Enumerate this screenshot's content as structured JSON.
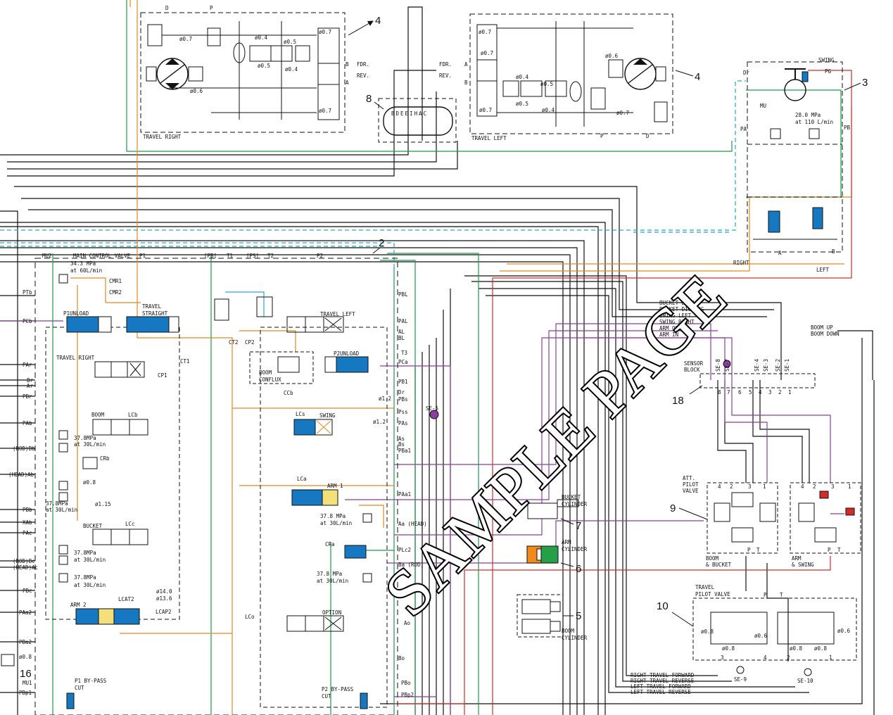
{
  "watermark": "SAMPLE PAGE",
  "callouts": {
    "n2": "2",
    "n3": "3",
    "n4a": "4",
    "n4b": "4",
    "n5": "5",
    "n6": "6",
    "n7": "7",
    "n8": "8",
    "n9": "9",
    "n10": "10",
    "n16": "16",
    "n18": "18"
  },
  "travel_right": {
    "title": "TRAVEL RIGHT",
    "fdr": "FDR.",
    "rev": "REV.",
    "b": "B",
    "a": "A",
    "d": "D",
    "p": "P",
    "orifices": [
      "ø0.7",
      "ø0.4",
      "ø0.5",
      "ø0.5",
      "ø0.4",
      "ø0.7",
      "ø0.7",
      "ø0.6"
    ]
  },
  "travel_left": {
    "title": "TRAVEL LEFT",
    "fdr": "FDR.",
    "rev": "REV.",
    "a": "A",
    "b": "B",
    "p": "P",
    "d": "D",
    "orifices": [
      "ø0.7",
      "ø0.7",
      "ø0.4",
      "ø0.5",
      "ø0.5",
      "ø0.4",
      "ø0.7",
      "ø0.6",
      "ø0.7"
    ]
  },
  "swivel": {
    "letters": "BDEEIHAC"
  },
  "swing_motor": {
    "title": "SWING",
    "pg": "PG",
    "dr": "Dr",
    "mu": "MU",
    "pa": "PA",
    "pb": "PB",
    "relief": "28.0 MPa",
    "relief_flow": "at 110 L/min",
    "right": "RIGHT",
    "left": "LEFT",
    "a": "A",
    "b": "B"
  },
  "mcv": {
    "title": "MAIN CONTROL VALVE",
    "top_ports": [
      "MU2",
      "P1",
      "[PB]",
      "T1",
      "[PS]",
      "T2",
      "P2"
    ],
    "relief_main": "34.3 MPa",
    "relief_main_flow": "at 60L/min",
    "cmr1": "CMR1",
    "cmr2": "CMR2",
    "p1unload": "P1UNLOAD",
    "travel_straight_1": "TRAVEL",
    "travel_straight_2": "STRAIGHT",
    "travel_left": "TRAVEL LEFT",
    "travel_right": "TRAVEL RIGHT",
    "p2unload": "P2UNLOAD",
    "boom_conflux_1": "BOOM",
    "boom_conflux_2": "CONFLUX",
    "ct1": "CT1",
    "ct2": "CT2",
    "cp1": "CP1",
    "cp2": "CP2",
    "ccb": "CCb",
    "swing": "SWING",
    "lcs": "LCs",
    "se5": "SE-5",
    "boom": "BOOM",
    "lcb": "LCb",
    "crb": "CRb",
    "relief_boom": "37.8MPa",
    "relief_boom_flow": "at 30L/min",
    "orifice_08": "ø0.8",
    "orifice_115": "ø1.15",
    "relief_boom2": "37.8MPa",
    "relief_boom2_flow": "at 30L/min",
    "bucket": "BUCKET",
    "lcc": "LCc",
    "relief_bkt1": "37.8MPa",
    "relief_bkt1_flow": "at 30L/min",
    "relief_bkt2": "37.8MPa",
    "relief_bkt2_flow": "at 30L/min",
    "arm1": "ARM 1",
    "lca": "LCa",
    "cra": "CRa",
    "relief_arm": "37.8 MPa",
    "relief_arm_flow": "at 30L/min",
    "relief_arm2": "37.8 MPa",
    "relief_arm2_flow": "at 30L/min",
    "arm2": "ARM 2",
    "lcat2": "LCAT2",
    "lcap2": "LCAP2",
    "orifice_140": "ø14.0",
    "orifice_136": "ø13.6",
    "option": "OPTION",
    "lco": "LCo",
    "orifice_12a": "ø1.2",
    "orifice_12b": "ø1.2",
    "p1bypass_1": "P1 BY-PASS",
    "p1bypass_2": "CUT",
    "p2bypass_1": "P2 BY-PASS",
    "p2bypass_2": "CUT",
    "orifice_16": "ø0.8"
  },
  "left_ports": [
    "PTb",
    "PCb",
    "PAr",
    "Br",
    "Ar",
    "PBr",
    "PAb",
    "(ROD)Bb",
    "(HEAD)Ab",
    "PBb",
    "XAb",
    "PAc",
    "(ROD)Bc",
    "(HEAD)Ac",
    "PBc",
    "PAa2",
    "PBa2",
    "MU1",
    "PBp1"
  ],
  "right_ports": [
    "PBL",
    "PAL",
    "AL",
    "BL",
    "T3",
    "PCa",
    "PB1",
    "Dr",
    "PBs",
    "Pss",
    "PAs",
    "As",
    "Bs",
    "PBa1",
    "PAa1",
    "Aa (HEAD)",
    "PLc2",
    "Ba (ROD)",
    "Ao",
    "Bo",
    "PBo",
    "PBp2"
  ],
  "cylinders": {
    "bucket_1": "BUCKET",
    "bucket_2": "CYLINDER",
    "arm_1": "ARM",
    "arm_2": "CYLINDER",
    "boom_1": "BOOM",
    "boom_2": "CYLINDER"
  },
  "sensor_block": {
    "title_1": "SENSOR",
    "title_2": "BLOCK",
    "sensors": [
      "SE-8",
      "SE-7",
      "SE-4",
      "SE-3",
      "SE-2",
      "SE-1"
    ],
    "numbers": [
      "8",
      "7",
      "6",
      "5",
      "4",
      "3",
      "2",
      "1"
    ],
    "line_labels": [
      "BUCKET DOWN",
      "BUCKET DIGGING",
      "SWING LEFT",
      "SWING RIGHT",
      "ARM OUT",
      "ARM IN",
      "BOOM UP",
      "BOOM DOWN"
    ]
  },
  "att_pilot": {
    "title_1": "ATT.",
    "title_2": "PILOT",
    "title_3": "VALVE",
    "left_label_1": "BOOM",
    "left_label_2": "& BUCKET",
    "right_label_1": "ARM",
    "right_label_2": "& SWING",
    "ports": [
      "4",
      "2",
      "3",
      "1",
      "P",
      "T"
    ]
  },
  "travel_pilot": {
    "title_1": "TRAVEL",
    "title_2": "PILOT VALVE",
    "orifices": [
      "ø0.8",
      "ø0.6",
      "ø0.8",
      "ø0.8",
      "ø0.6",
      "ø0.8"
    ],
    "se9": "SE-9",
    "se10": "SE-10",
    "ports": [
      "1",
      "2",
      "3",
      "4",
      "P",
      "T"
    ],
    "bottom_labels": [
      "RIGHT TRAVEL FORWARD",
      "RIGHT TRAVEL REVERSE",
      "LEFT TRAVEL FORWARD",
      "LEFT TRAVEL REVERSE"
    ]
  },
  "colors": {
    "line": "#111111",
    "green": "#1f9a4a",
    "orange": "#e08a1e",
    "cyan": "#2aa8c8",
    "purple": "#8b3fa0",
    "red": "#d42a2a",
    "spool_blue": "#1778c2",
    "cyl_orange": "#f08a1a",
    "cyl_green": "#25a046"
  }
}
